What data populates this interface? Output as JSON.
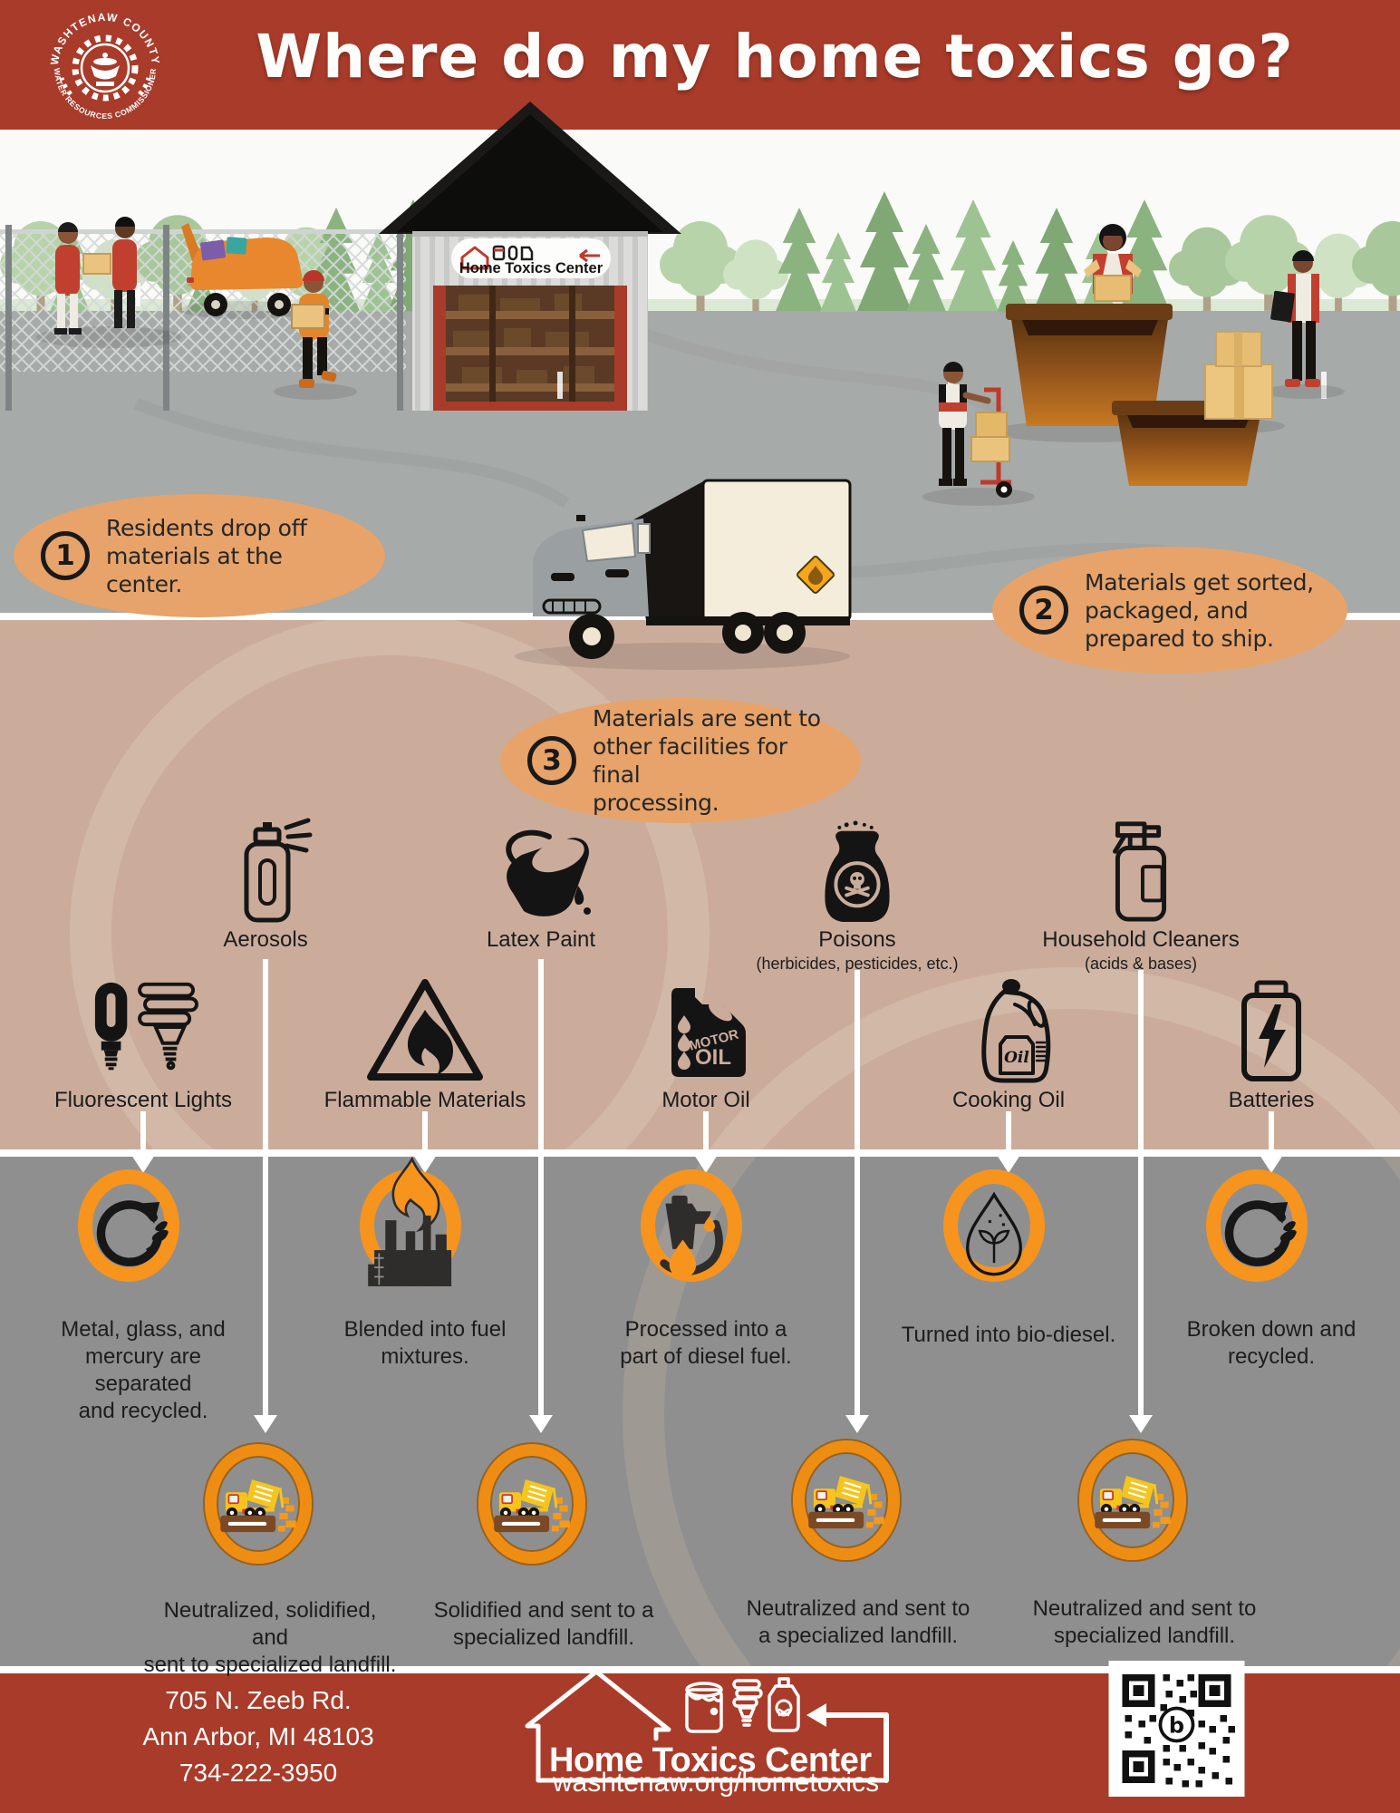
{
  "header": {
    "title": "Where do my home toxics go?",
    "seal_top": "WASHTENAW COUNTY",
    "seal_bottom": "WATER RESOURCES COMMISSIONER"
  },
  "scene": {
    "sign": "Home Toxics Center"
  },
  "steps": [
    {
      "num": "1",
      "lines": [
        "Residents drop off",
        "materials at the center."
      ]
    },
    {
      "num": "2",
      "lines": [
        "Materials get sorted,",
        "packaged, and",
        "prepared to ship."
      ]
    },
    {
      "num": "3",
      "lines": [
        "Materials are sent to",
        "other facilities for final",
        "processing."
      ]
    }
  ],
  "row1": [
    {
      "label": "Aerosols",
      "outcome_lines": [
        "Neutralized, solidified, and",
        "sent to specialized landfill."
      ]
    },
    {
      "label": "Latex Paint",
      "outcome_lines": [
        "Solidified and sent to a",
        "specialized landfill."
      ]
    },
    {
      "label": "Poisons",
      "sub": "(herbicides, pesticides, etc.)",
      "outcome_lines": [
        "Neutralized and sent to",
        "a specialized landfill."
      ]
    },
    {
      "label": "Household Cleaners",
      "sub": "(acids & bases)",
      "outcome_lines": [
        "Neutralized and sent to",
        "specialized landfill."
      ]
    }
  ],
  "row2": [
    {
      "label": "Fluorescent Lights",
      "outcome_lines": [
        "Metal, glass, and",
        "mercury are separated",
        "and recycled."
      ]
    },
    {
      "label": "Flammable Materials",
      "outcome_lines": [
        "Blended into fuel",
        "mixtures."
      ]
    },
    {
      "label": "Motor Oil",
      "outcome_lines": [
        "Processed into a",
        "part of diesel fuel."
      ]
    },
    {
      "label": "Cooking Oil",
      "outcome_lines": [
        "Turned into bio-diesel."
      ]
    },
    {
      "label": "Batteries",
      "outcome_lines": [
        "Broken down and",
        "recycled."
      ]
    }
  ],
  "icon_texts": {
    "motor_line1": "MOTOR",
    "motor_line2": "OIL",
    "cooking": "Oil",
    "qr_center": "b"
  },
  "footer": {
    "address1": "705 N. Zeeb Rd.",
    "address2": "Ann Arbor, MI 48103",
    "phone": "734-222-3950",
    "logo": "Home Toxics Center",
    "url": "washtenaw.org/hometoxics"
  },
  "colors": {
    "header_red": "#a93b2a",
    "tan": "#cbac9b",
    "scene_gray": "#a6aaa8",
    "bottom_gray": "#8f8f8f",
    "bubble_orange": "#e7a369",
    "ring_orange": "#f7941d",
    "landfill_ring": "#ef8d13",
    "ink": "#1c1c1c"
  }
}
